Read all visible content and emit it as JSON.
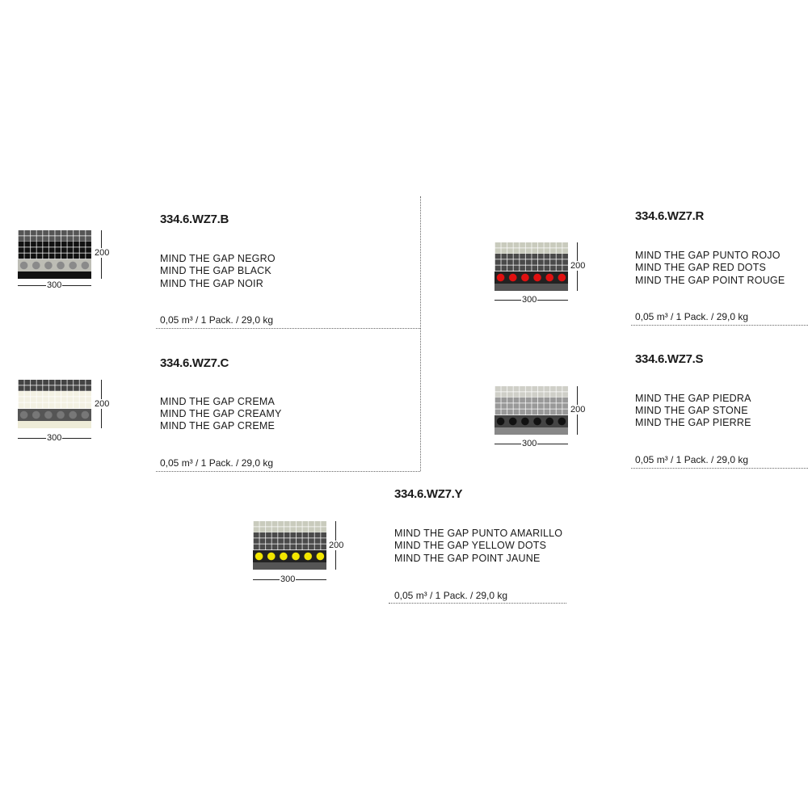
{
  "items": [
    {
      "code": "334.6.WZ7.B",
      "names": [
        "MIND THE GAP NEGRO",
        "MIND THE GAP BLACK",
        "MIND THE GAP NOIR"
      ],
      "spec": "0,05 m³ / 1 Pack. / 29,0 kg",
      "height": "200",
      "width": "300",
      "colors": {
        "top": "#555",
        "mid": "#111",
        "dot": "#8a8a8a",
        "dotbg": "#bdbdb5",
        "bottom": "#111"
      }
    },
    {
      "code": "334.6.WZ7.C",
      "names": [
        "MIND THE GAP CREMA",
        "MIND THE GAP CREAMY",
        "MIND THE GAP CREME"
      ],
      "spec": "0,05 m³ / 1 Pack. / 29,0 kg",
      "height": "200",
      "width": "300",
      "colors": {
        "top": "#444",
        "mid": "#f3f1e3",
        "dot": "#777",
        "dotbg": "#555",
        "bottom": "#eeecd8"
      }
    },
    {
      "code": "334.6.WZ7.R",
      "names": [
        "MIND THE GAP PUNTO ROJO",
        "MIND THE GAP RED DOTS",
        "MIND THE GAP POINT ROUGE"
      ],
      "spec": "0,05 m³ / 1 Pack. / 29,0 kg",
      "height": "200",
      "width": "300",
      "colors": {
        "top": "#c9cbbd",
        "mid": "#4a4a4a",
        "dot": "#e01010",
        "dotbg": "#222",
        "bottom": "#555"
      }
    },
    {
      "code": "334.6.WZ7.S",
      "names": [
        "MIND THE GAP PIEDRA",
        "MIND THE GAP STONE",
        "MIND THE GAP PIERRE"
      ],
      "spec": "0,05 m³ / 1 Pack. / 29,0 kg",
      "height": "200",
      "width": "300",
      "colors": {
        "top": "#cfcfc8",
        "mid": "#999",
        "dot": "#111",
        "dotbg": "#444",
        "bottom": "#888"
      }
    },
    {
      "code": "334.6.WZ7.Y",
      "names": [
        "MIND THE GAP PUNTO AMARILLO",
        "MIND THE GAP YELLOW DOTS",
        "MIND THE GAP POINT JAUNE"
      ],
      "spec": "0,05 m³ / 1 Pack. / 29,0 kg",
      "height": "200",
      "width": "300",
      "colors": {
        "top": "#c9cbbd",
        "mid": "#4a4a4a",
        "dot": "#f2e600",
        "dotbg": "#222",
        "bottom": "#555"
      }
    }
  ]
}
